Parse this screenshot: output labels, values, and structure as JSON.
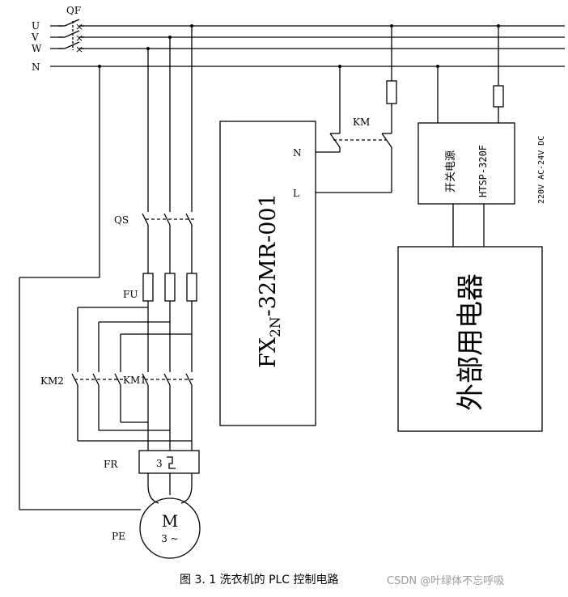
{
  "bus_labels": {
    "u": "U",
    "v": "V",
    "w": "W",
    "n": "N",
    "qf": "QF"
  },
  "component_labels": {
    "qs": "QS",
    "fu": "FU",
    "km2": "KM2",
    "km1": "KM1",
    "fr": "FR",
    "fr_element": "3",
    "pe": "PE",
    "km_relay": "KM"
  },
  "motor": {
    "letter": "M",
    "phases": "3 ~"
  },
  "plc": {
    "model_main": "FX",
    "model_sub": "2N",
    "model_rest": "-32MR-001",
    "n": "N",
    "l": "L"
  },
  "power_supply": {
    "name": "开关电源",
    "model": "HTSP-320F",
    "rating": "220V AC-24V DC"
  },
  "external": {
    "label": "外部用电器"
  },
  "caption": {
    "text": "图 3. 1  洗衣机的 PLC 控制电路",
    "watermark": "CSDN @叶绿体不忘呼吸"
  }
}
